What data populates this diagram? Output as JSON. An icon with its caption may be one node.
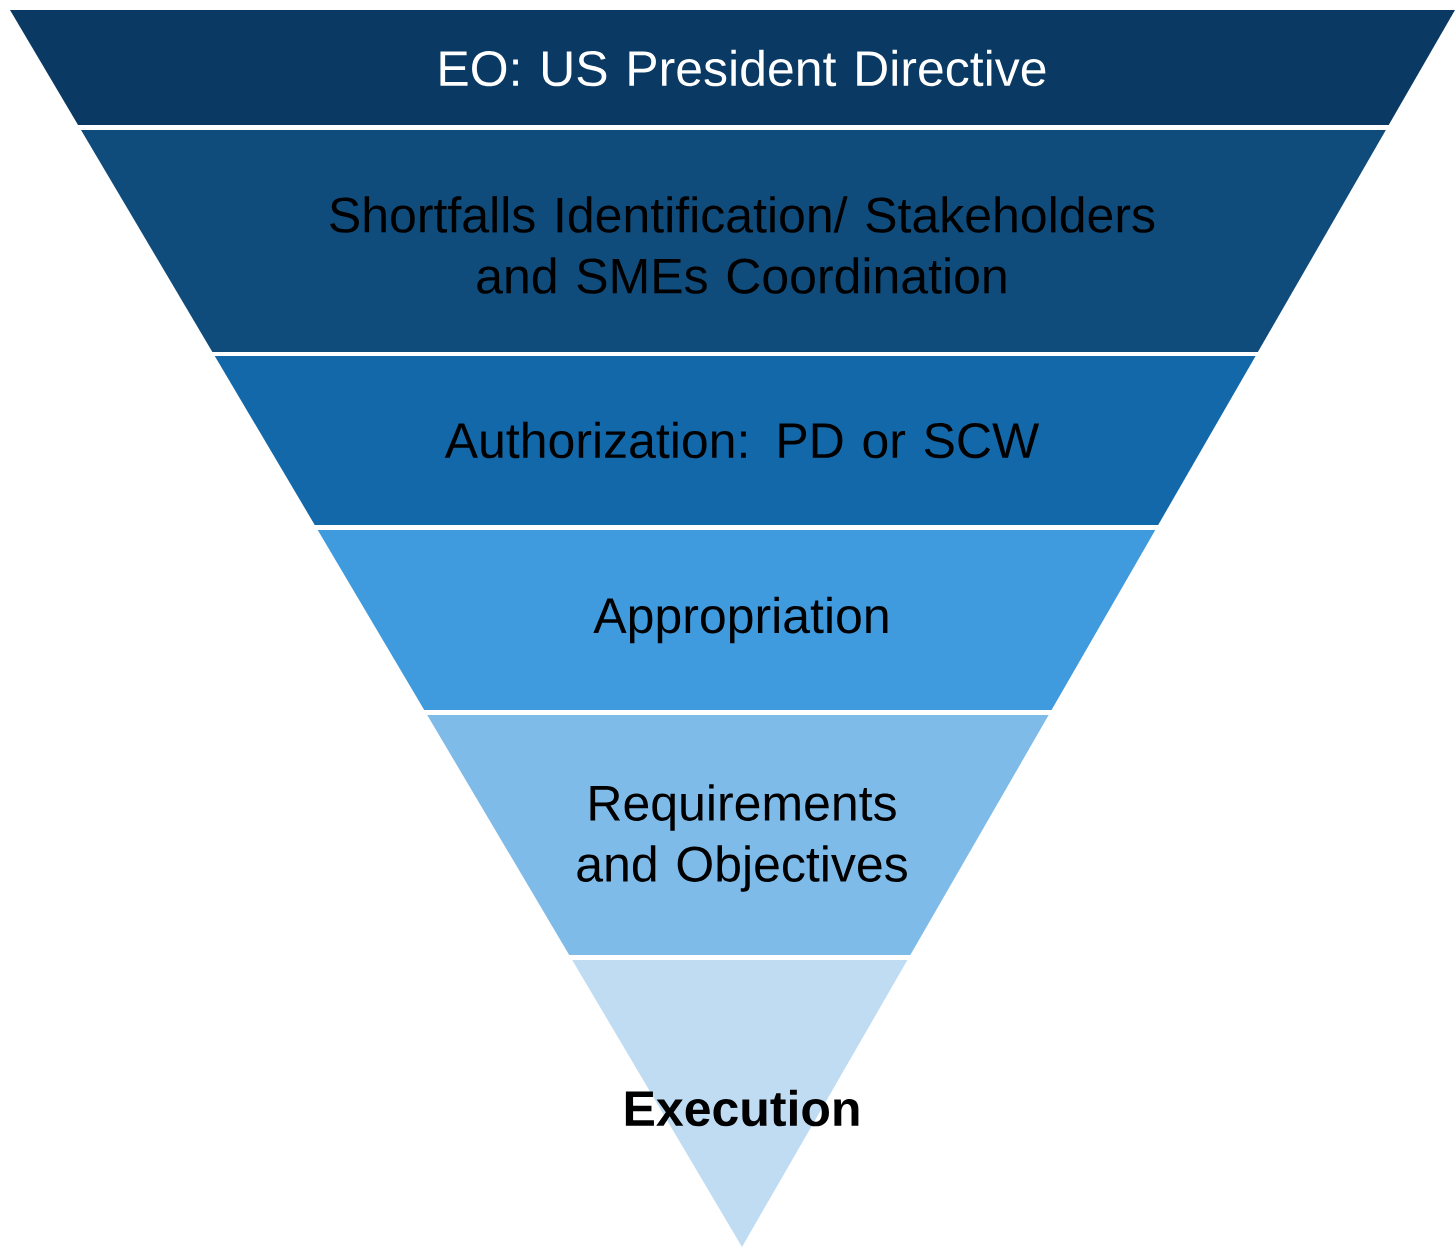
{
  "diagram": {
    "nodes": [
      {
        "text": [
          "EO: US President Directive"
        ]
      },
      {
        "text": [
          "Shortfalls Identification/ Stakeholders and SMEs Coordination"
        ]
      },
      {
        "text": [
          "Authorization: PD or SCW"
        ]
      },
      {
        "text": [
          "Appropriation"
        ]
      },
      {
        "text": [
          "Requirements and Objectives"
        ]
      },
      {
        "text": [
          "Execution"
        ]
      }
    ]
  }
}
